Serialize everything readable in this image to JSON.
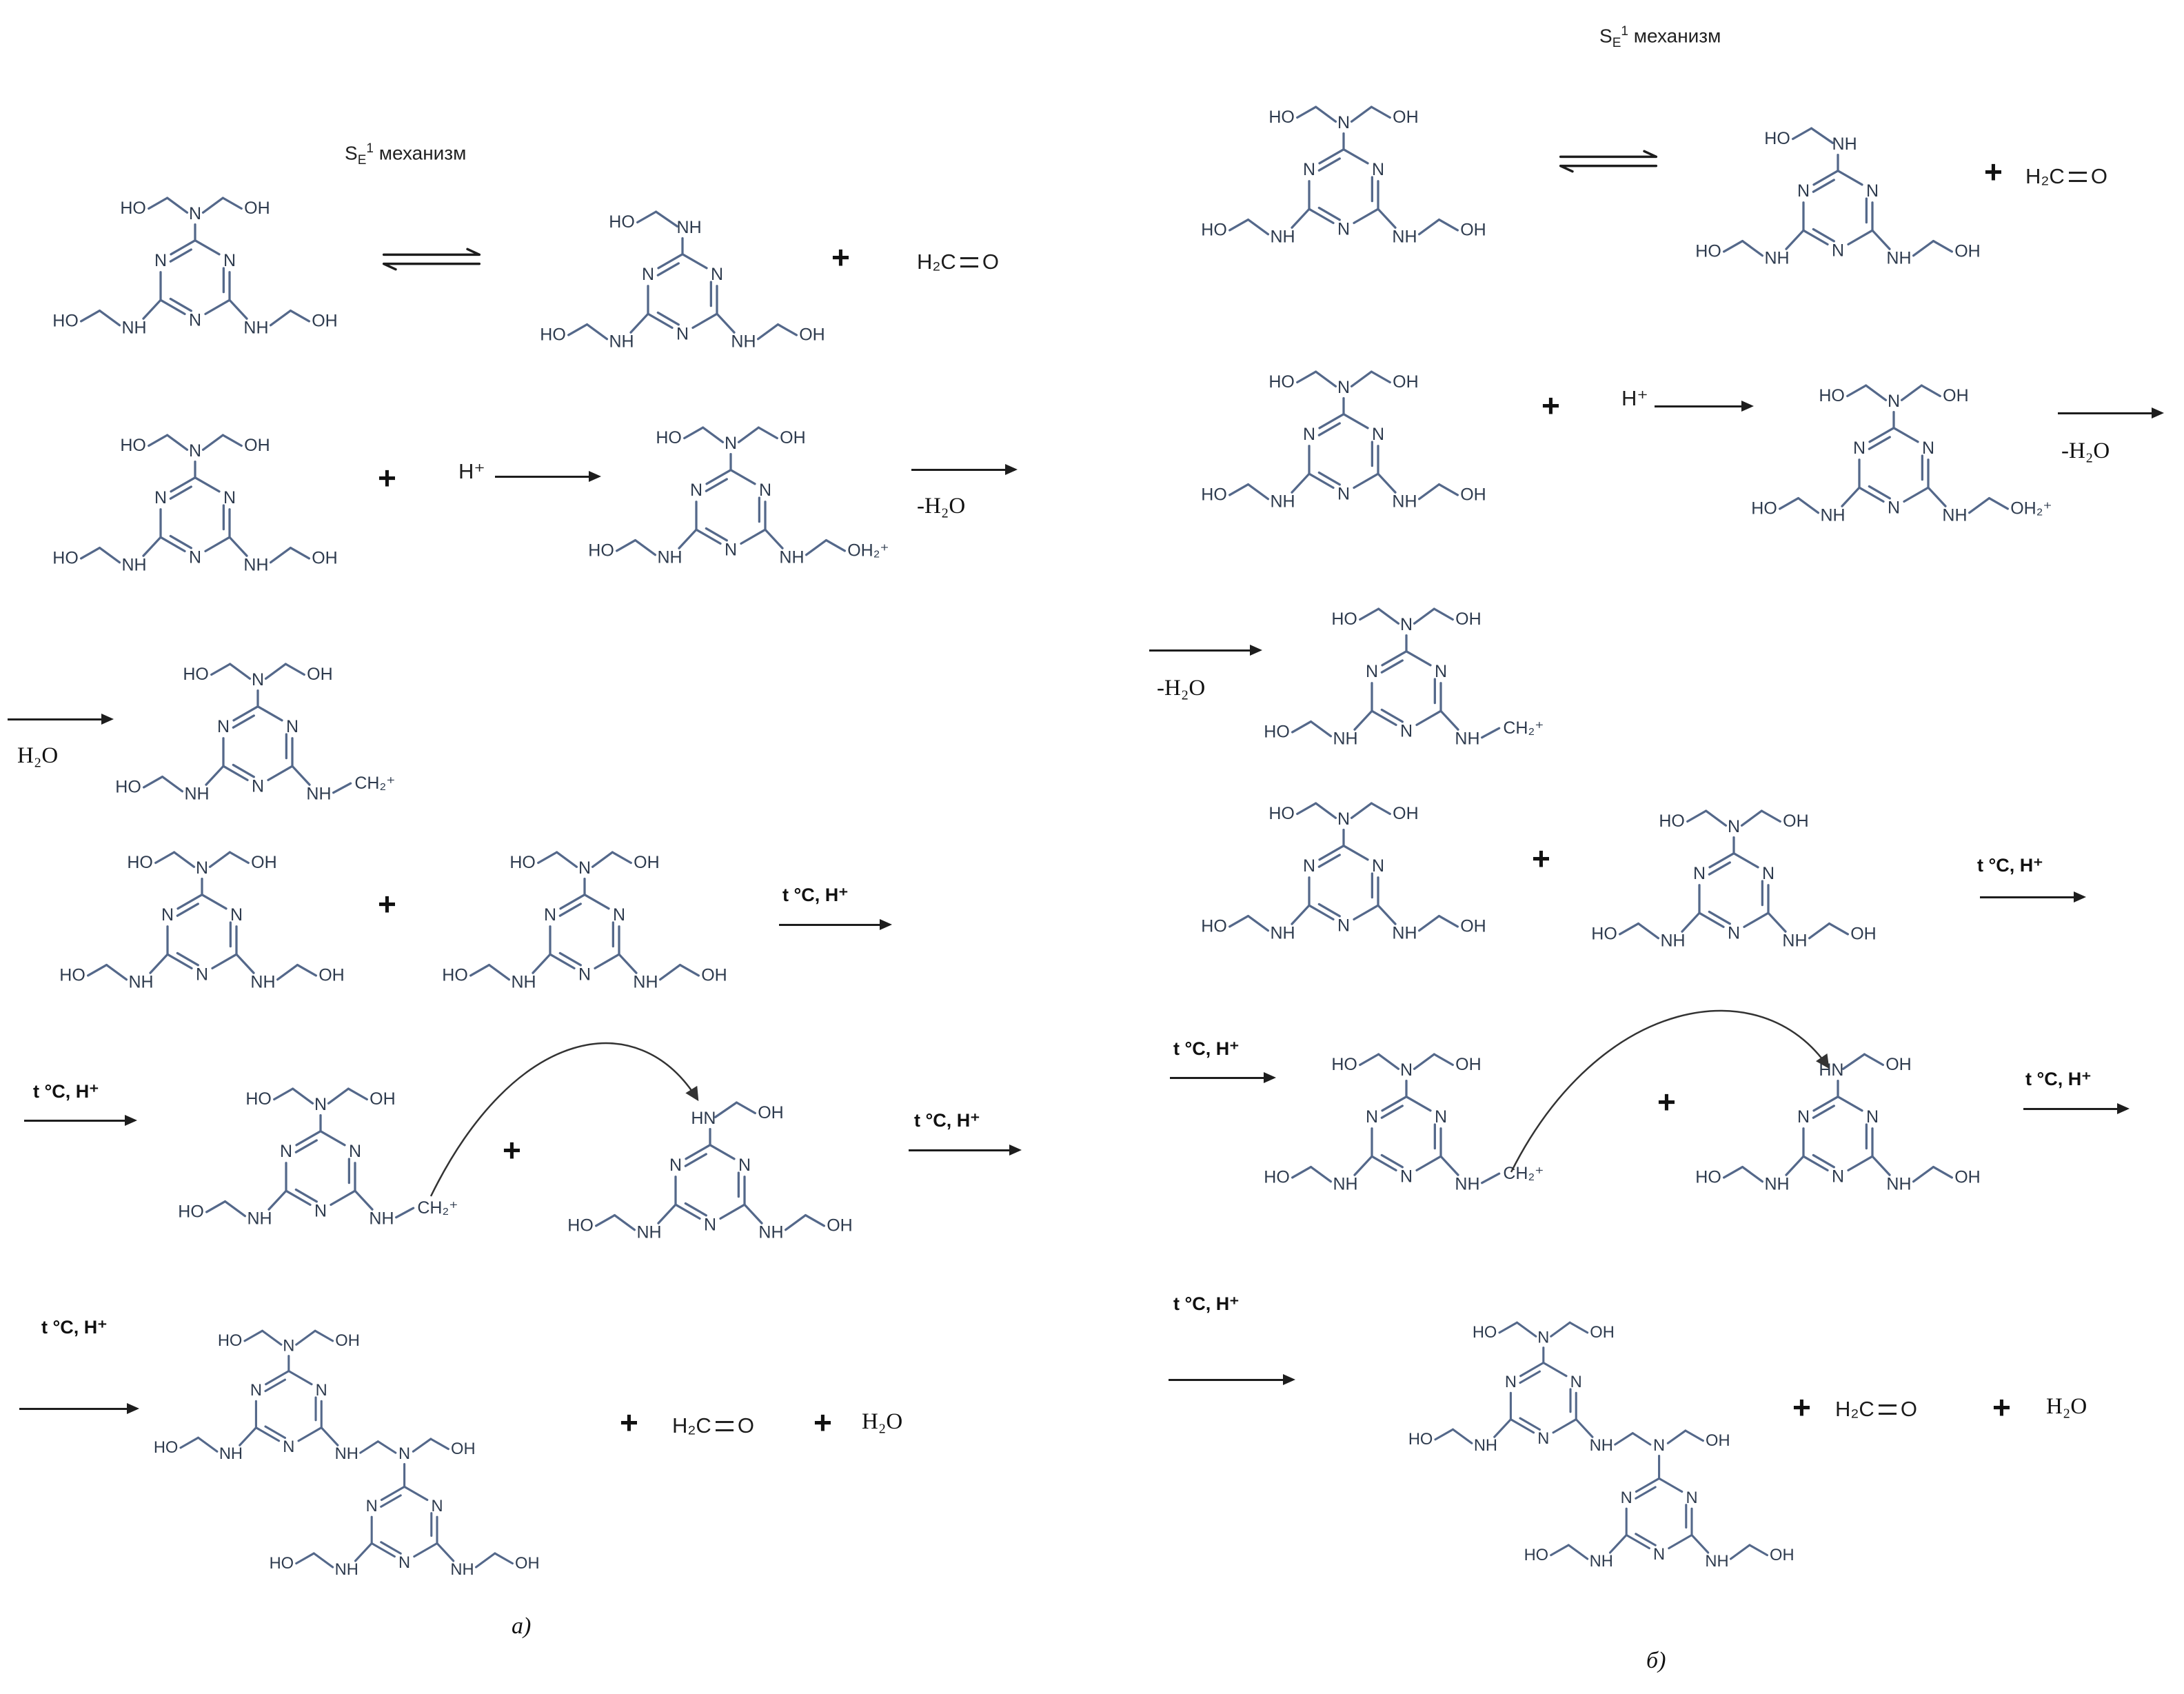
{
  "panels": {
    "left": {
      "title": {
        "s": "S",
        "sub": "E",
        "sup": "1",
        "rest": " механизм"
      },
      "caption": "а)"
    },
    "right": {
      "title": {
        "s": "S",
        "sub": "E",
        "sup": "1",
        "rest": " механизм"
      },
      "caption": "б)"
    }
  },
  "labels": {
    "plus": "+",
    "h_plus": "H⁺",
    "h2c": "H₂C",
    "o": "O",
    "h2o": "H₂O",
    "minus_h2o": "-H₂O",
    "cond": "t °C, H⁺"
  },
  "atoms": {
    "n": "N",
    "nh": "NH",
    "hn": "HN",
    "ho": "HO",
    "oh": "OH",
    "ch2plus": "CH₂⁺",
    "oh2plus": "OH₂⁺"
  },
  "molecules": {
    "hexa": {
      "name": "hexamethylolmelamine",
      "top": "N2",
      "right": "OH"
    },
    "penta": {
      "name": "pentamethylolmelamine",
      "top": "NH",
      "right": "OH"
    },
    "protonated": {
      "name": "protonated-hexamethylolmelamine",
      "top": "N2",
      "right": "OH2"
    },
    "cation": {
      "name": "methylene-carbocation",
      "top": "N2",
      "right": "CH2"
    },
    "hn": {
      "name": "hexamethylolmelamine-nucleophile",
      "top": "HN",
      "right": "OH"
    },
    "dimer": {
      "name": "methylene-bridged-dimer",
      "type": "dimer"
    }
  },
  "colors": {
    "bond": "#54688a",
    "atom_text": "#2e3b4e",
    "arrow": "#1d1d1d"
  }
}
